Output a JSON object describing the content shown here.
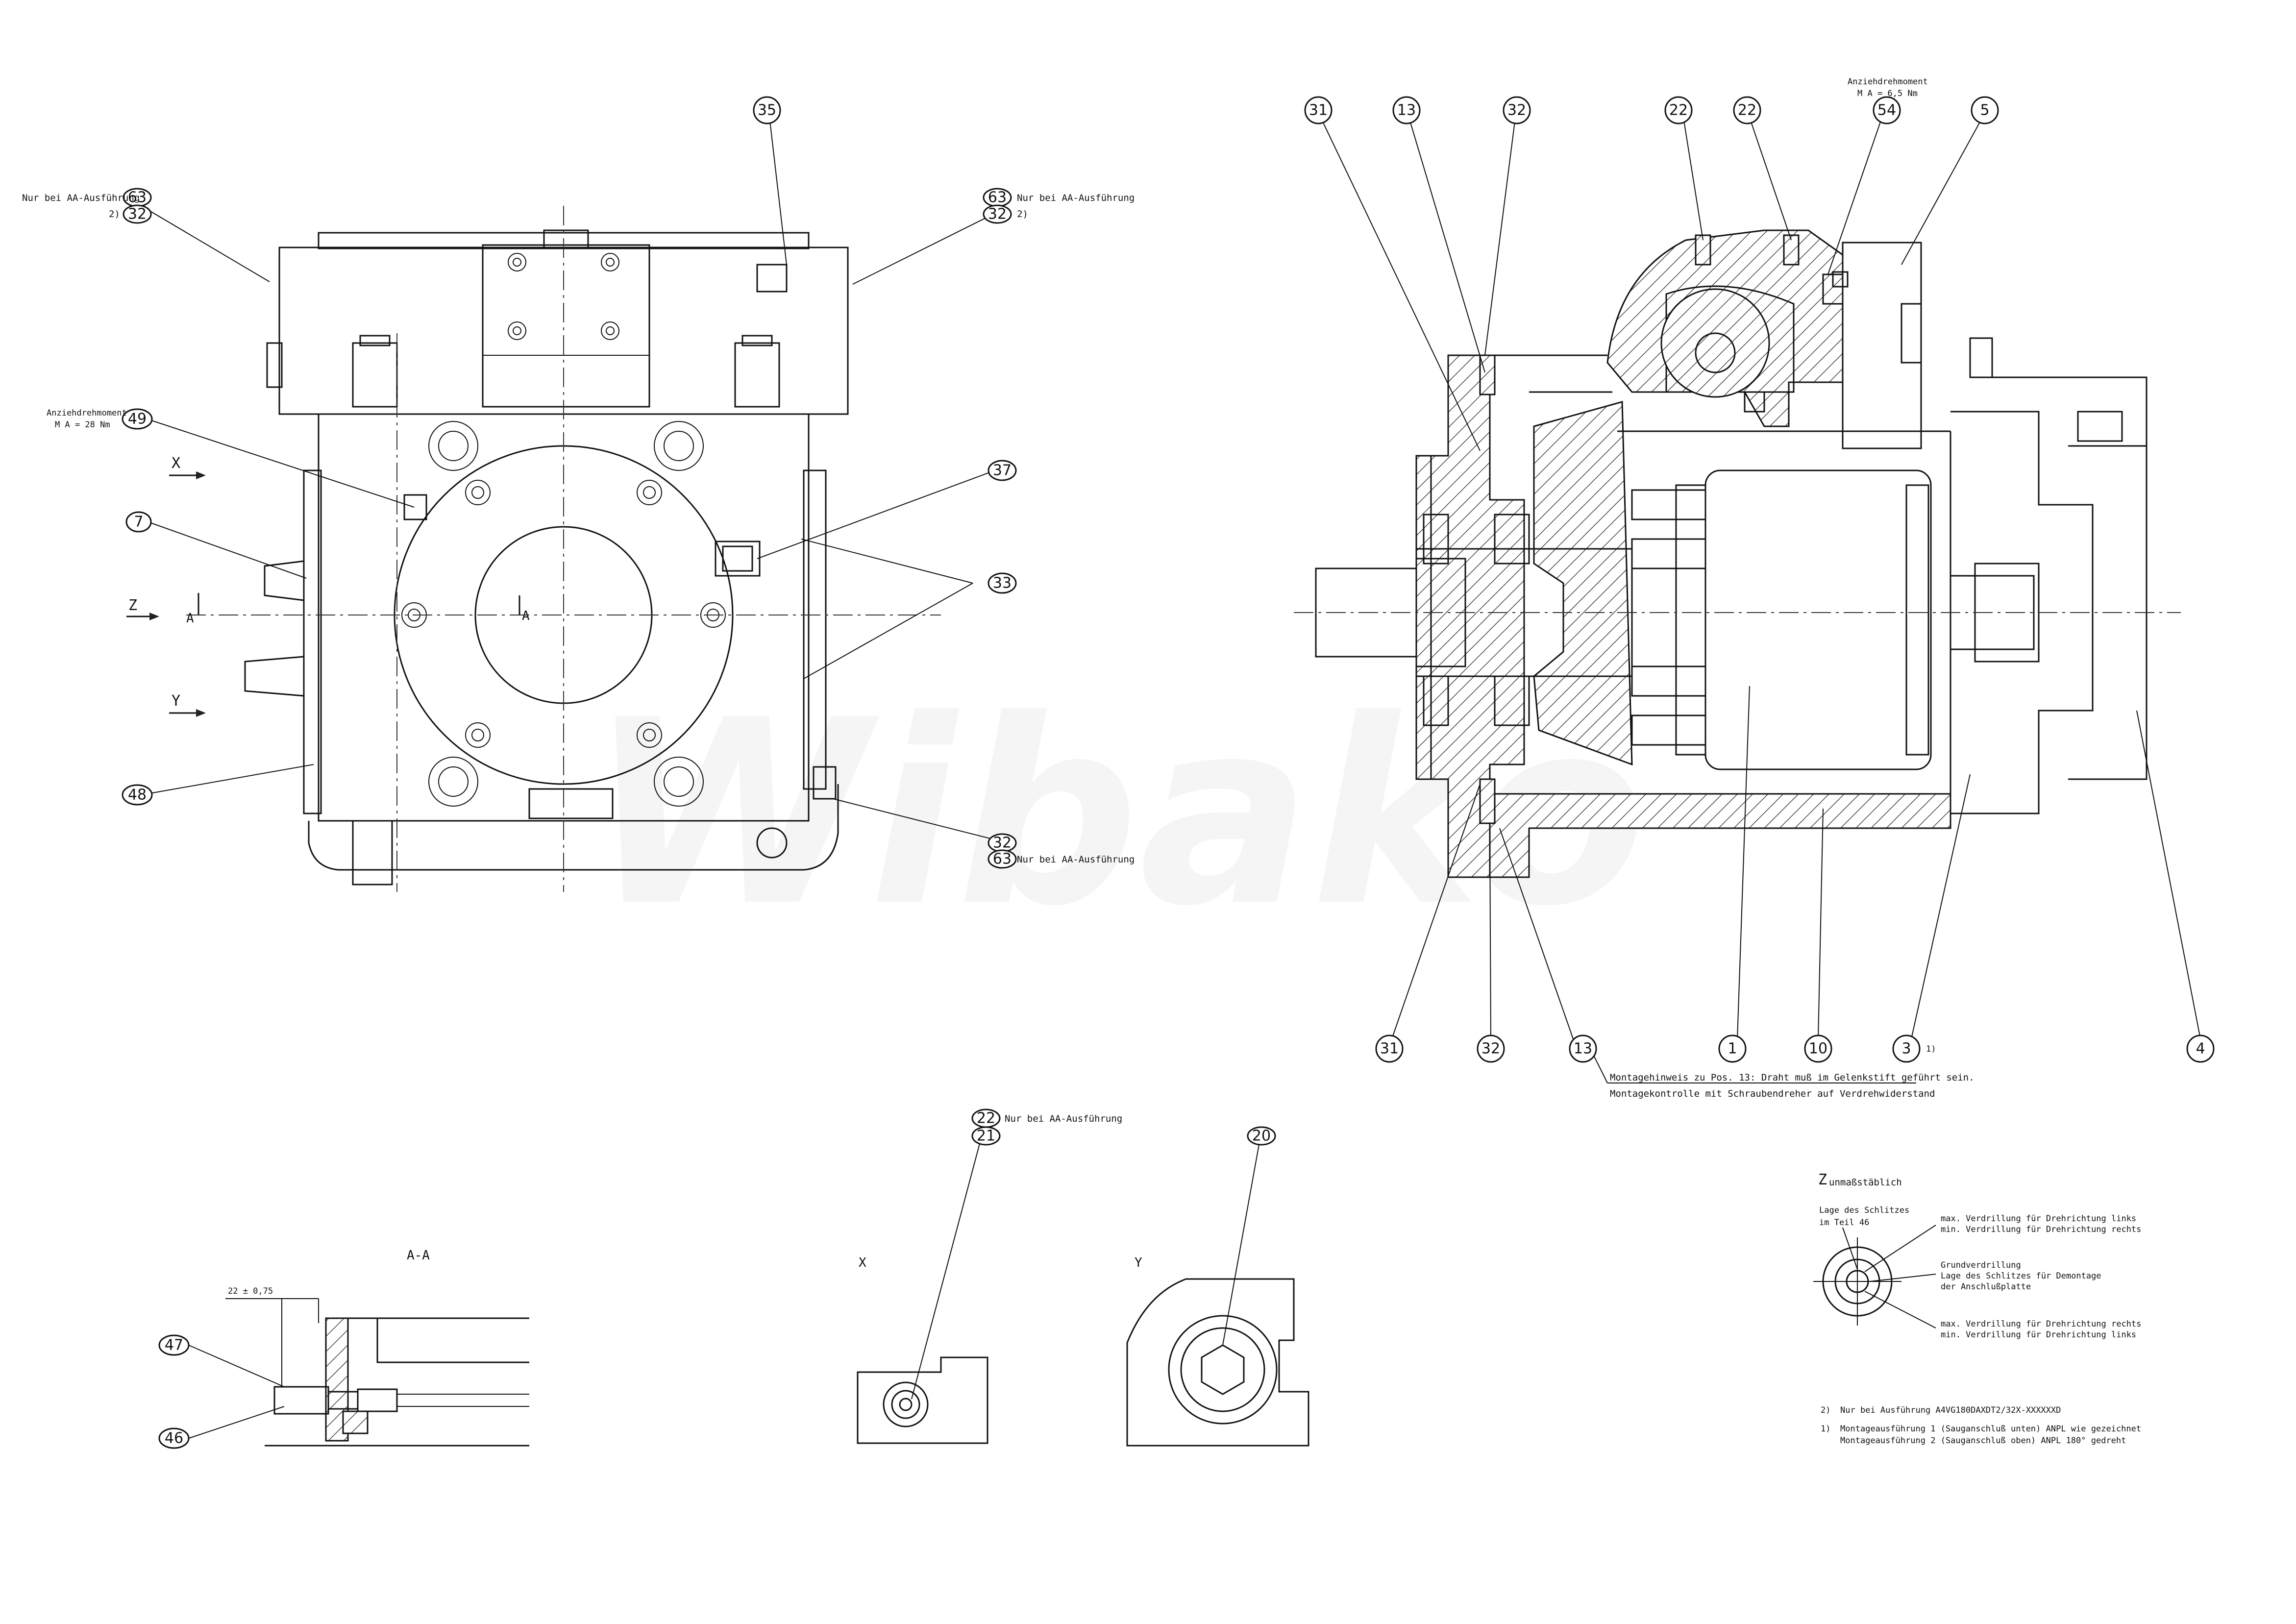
{
  "watermark": "Wibako",
  "left_view": {
    "callouts": {
      "c35": "35",
      "c63_tl": "63",
      "c32_tl": "32",
      "c63_tr": "63",
      "c32_tr": "32",
      "c49": "49",
      "c7": "7",
      "c37": "37",
      "c33": "33",
      "c48": "48",
      "c32_br": "32",
      "c63_br": "63"
    },
    "notes": {
      "aa_only_tl": "Nur bei AA-Ausführung",
      "aa_only_tr": "Nur bei AA-Ausführung",
      "aa_only_br": "Nur bei AA-Ausführung",
      "fn2_tl": "2)",
      "fn2_tr": "2)",
      "torque_label": "Anziehdrehmoment",
      "torque_value": "M A = 28 Nm"
    },
    "view_marks": {
      "x": "X",
      "z": "Z",
      "y": "Y",
      "a_left": "A",
      "a_center": "A"
    }
  },
  "right_view": {
    "top_callouts": {
      "c31": "31",
      "c13": "13",
      "c32": "32",
      "c22a": "22",
      "c22b": "22",
      "c54": "54",
      "c5": "5"
    },
    "torque_label": "Anziehdrehmoment",
    "torque_value": "M A = 6,5 Nm",
    "bottom_callouts": {
      "c31": "31",
      "c32": "32",
      "c13": "13",
      "c1": "1",
      "c10": "10",
      "c3": "3",
      "c4": "4"
    },
    "fn1": "1)",
    "assembly_note_1": "Montagehinweis zu Pos. 13: Draht muß im Gelenkstift geführt sein.",
    "assembly_note_2": "Montagekontrolle mit Schraubendreher auf Verdrehwiderstand"
  },
  "section_aa": {
    "title": "A-A",
    "dimension": "22 ± 0,75",
    "c47": "47",
    "c46": "46"
  },
  "view_x": {
    "title": "X",
    "c22": "22",
    "c21": "21",
    "note": "Nur bei AA-Ausführung"
  },
  "view_y": {
    "title": "Y",
    "c20": "20"
  },
  "detail_z": {
    "title": "Z",
    "scale": "unmaßstäblich",
    "slot_position_1": "Lage des Schlitzes",
    "slot_position_2": "im Teil 46",
    "twist_top_1": "max. Verdrillung für Drehrichtung links",
    "twist_top_2": "min. Verdrillung für Drehrichtung rechts",
    "basic_1": "Grundverdrillung",
    "basic_2": "Lage des Schlitzes für Demontage",
    "basic_3": "der Anschlußplatte",
    "twist_bot_1": "max. Verdrillung für Drehrichtung rechts",
    "twist_bot_2": "min. Verdrillung für Drehrichtung links"
  },
  "footnotes": {
    "fn2_mark": "2)",
    "fn2_text": "Nur bei Ausführung A4VG180DAXDT2/32X-XXXXXXD",
    "fn1_mark": "1)",
    "fn1_text_1": "Montageausführung 1 (Sauganschluß unten) ANPL wie gezeichnet",
    "fn1_text_2": "Montageausführung 2 (Sauganschluß oben) ANPL 180° gedreht"
  }
}
